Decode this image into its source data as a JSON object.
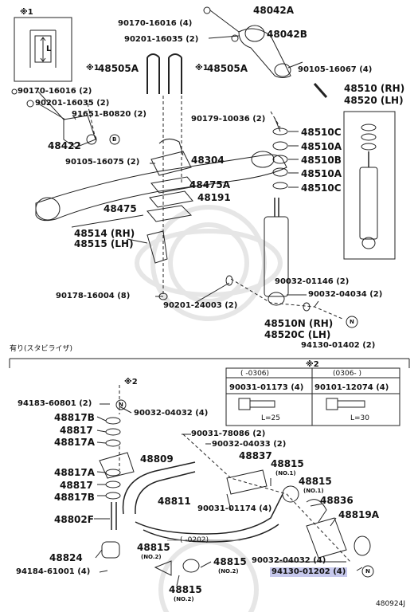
{
  "diagram_id": "480924J",
  "watermark": "Toyota emblem",
  "notes": {
    "n1": "※1",
    "n2": "※2",
    "note_l": "L",
    "stabilizer_section": "有り(スタビライザ)",
    "col1_header": "( -0306)",
    "col2_header": "(0306- )",
    "col1_part": "90031-01173 (4)",
    "col2_part": "90101-12074 (4)",
    "col1_len": "L=25",
    "col2_len": "L=30",
    "range_0202": "( -0202)"
  },
  "upper": {
    "p48042A": "48042A",
    "p48042B": "48042B",
    "p90170a": "90170-16016 (4)",
    "p90201a": "90201-16035 (2)",
    "p48505A_1": "48505A",
    "p48505A_2": "48505A",
    "mark1": "※1",
    "mark2": "※1",
    "p90105a": "90105-16067 (4)",
    "p90170b": "90170-16016 (2)",
    "p90201b": "90201-16035 (2)",
    "p91651": "91651-B0820 (2)",
    "p48422": "48422",
    "circleB": "B",
    "p90105b": "90105-16075 (2)",
    "p48304": "48304",
    "p48475A": "48475A",
    "p48191": "48191",
    "p48475": "48475",
    "p48514": "48514 (RH)",
    "p48515": "48515 (LH)",
    "p90178": "90178-16004 (8)",
    "p90201c": "90201-24003 (2)",
    "p90179": "90179-10036 (2)",
    "p48510C_1": "48510C",
    "p48510A_1": "48510A",
    "p48510B": "48510B",
    "p48510A_2": "48510A",
    "p48510C_2": "48510C",
    "p48510RH": "48510 (RH)",
    "p48520LH": "48520 (LH)",
    "p90032a": "90032-01146 (2)",
    "p90032b": "90032-04034 (2)",
    "p48510N": "48510N (RH)",
    "p48520C": "48520C (LH)",
    "p94130a": "94130-01402 (2)",
    "circleN": "N"
  },
  "lower": {
    "p94183": "94183-60801 (2)",
    "p48817B_1": "48817B",
    "p48817_1": "48817",
    "p48817A_1": "48817A",
    "p90032c": "90032-04032 (4)",
    "p90031a": "90031-78086 (2)",
    "p90032d": "90032-04033 (2)",
    "p48837": "48837",
    "p48815_a": "48815",
    "no1_a": "(NO.1)",
    "p48815_b": "48815",
    "no1_b": "(NO.1)",
    "p48809": "48809",
    "p48817A_2": "48817A",
    "p48817_2": "48817",
    "p48817B_2": "48817B",
    "p48811": "48811",
    "p90031b": "90031-01174 (4)",
    "p48836": "48836",
    "p48819A": "48819A",
    "p48802F": "48802F",
    "p48815_c": "48815",
    "no2_c": "(NO.2)",
    "p48824": "48824",
    "p94184": "94184-61001 (4)",
    "p48815_d": "48815",
    "no2_d": "(NO.2)",
    "p48815_e": "48815",
    "no2_e": "(NO.2)",
    "p90032e": "90032-04032 (4)",
    "p94130b": "94130-01202 (4)",
    "circleN2": "N",
    "circleN3": "N"
  }
}
